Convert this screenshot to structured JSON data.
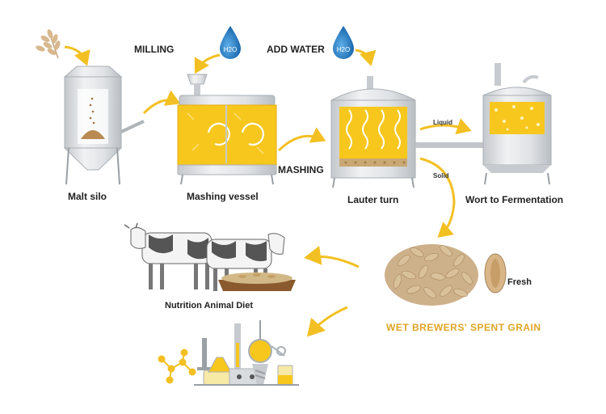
{
  "labels": {
    "milling": "MILLING",
    "add_water": "ADD WATER",
    "mashing": "MASHING",
    "malt_silo": "Malt silo",
    "mashing_vessel": "Mashing vessel",
    "lauter_turn": "Lauter turn",
    "wort_to_fermentation": "Wort to Fermentation",
    "liquid": "Liquid",
    "solid": "Solid",
    "fresh": "Fresh",
    "wet_brewers_spent_grain": "WET BREWERS' SPENT GRAIN",
    "nutrition_animal_diet": "Nutrition Animal Diet",
    "h2o_1": "H2O",
    "h2o_2": "H2O"
  },
  "colors": {
    "accent_yellow": "#f5c518",
    "arrow_yellow": "#f3c023",
    "steel": "#d9dcdf",
    "water_blue": "#1e6fb7",
    "grain_tan": "#c9a873",
    "spent_grain_title": "#e0a526"
  },
  "icons": [
    "wheat-icon",
    "water-drop-icon",
    "cow-icon",
    "lab-equipment-icon",
    "molecule-icon"
  ]
}
